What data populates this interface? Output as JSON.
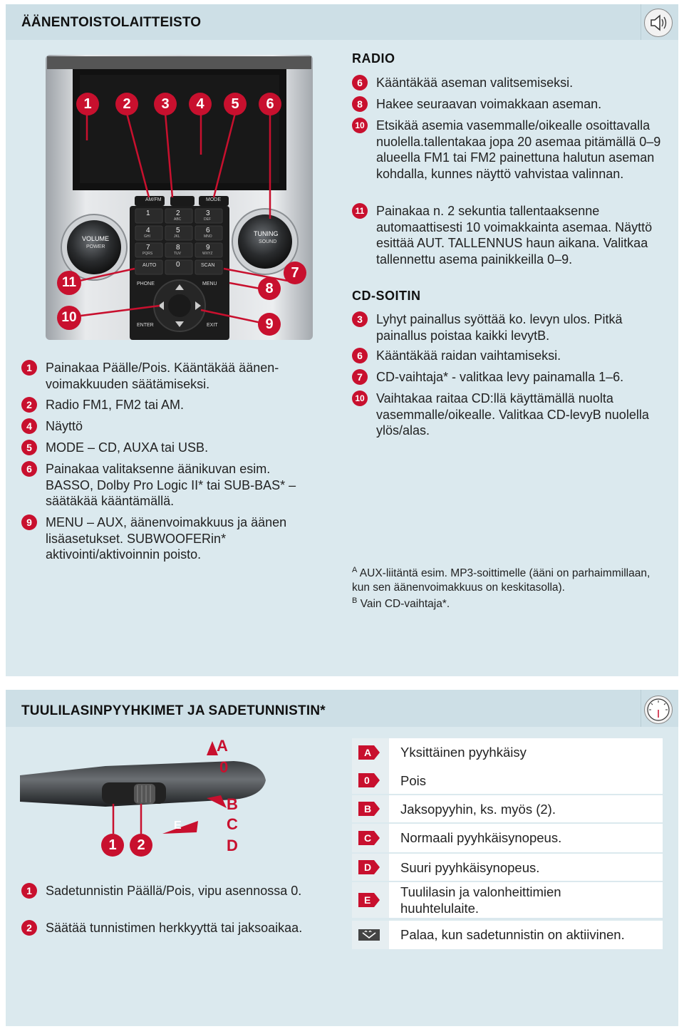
{
  "top": {
    "title": "ÄÄNENTOISTOLAITTEISTO",
    "icon": "speaker-icon",
    "image_labels": {
      "callouts": [
        "1",
        "2",
        "3",
        "4",
        "5",
        "6",
        "7",
        "8",
        "9",
        "10",
        "11"
      ],
      "volume": "VOLUME",
      "power": "POWER",
      "tuning": "TUNING",
      "sound": "SOUND",
      "am_fm": "AM/FM",
      "mode": "MODE",
      "keys": [
        "1",
        "2",
        "3",
        "4",
        "5",
        "6",
        "7",
        "8",
        "9",
        "0"
      ],
      "key_letters": [
        "",
        "ABC",
        "DEF",
        "GHI",
        "JKL",
        "MNO",
        "PQRS",
        "TUV",
        "WXYZ",
        ""
      ],
      "auto": "AUTO",
      "scan": "SCAN",
      "phone": "PHONE",
      "menu": "MENU",
      "enter": "ENTER",
      "exit": "EXIT"
    },
    "left_items": [
      {
        "n": "1",
        "html_parts": [
          "Painakaa Päälle/Pois. Kääntäkää äänen-",
          "voimakkuuden säätämiseksi."
        ]
      },
      {
        "n": "2",
        "text": "Radio FM1,  FM2 tai AM."
      },
      {
        "n": "4",
        "text": "Näyttö"
      },
      {
        "n": "5",
        "text": "MODE – CD, AUXA tai USB."
      },
      {
        "n": "6",
        "text": "Painakaa valitaksenne äänikuvan esim. BASSO, Dolby Pro Logic II* tai SUB-BAS* – säätäkää kääntämällä."
      },
      {
        "n": "9",
        "text": "MENU – AUX, äänenvoimakkuus ja äänen lisäasetukset. SUBWOOFERin* aktivointi/aktivoinnin poisto."
      }
    ],
    "radio_heading": "RADIO",
    "radio_items": [
      {
        "n": "6",
        "text": "Kääntäkää aseman valitsemiseksi."
      },
      {
        "n": "8",
        "text": "Hakee seuraavan voimakkaan aseman."
      },
      {
        "n": "10",
        "text": "Etsikää asemia vasemmalle/oikealle osoittavalla nuolella.tallentakaa jopa 20 asemaa pitämällä 0–9 alueella FM1 tai FM2 painettuna halutun aseman kohdalla, kunnes näyttö vahvistaa valinnan."
      },
      {
        "n": "11",
        "text": "Painakaa n. 2 sekuntia tallentaaksenne automaattisesti 10 voimakkainta asemaa. Näyttö esittää AUT. TALLENNUS haun aikana. Valitkaa tallennettu asema painikkeilla 0–9."
      }
    ],
    "cd_heading": "CD-SOITIN",
    "cd_items": [
      {
        "n": "3",
        "text": "Lyhyt painallus syöttää ko. levyn ulos. Pitkä painallus poistaa kaikki levytB."
      },
      {
        "n": "6",
        "text": "Kääntäkää raidan vaihtamiseksi."
      },
      {
        "n": "7",
        "text": "CD-vaihtaja* - valitkaa levy painamalla 1–6."
      },
      {
        "n": "10",
        "text": "Vaihtakaa raitaa CD:llä käyttämällä nuolta vasemmalle/oikealle. Valitkaa CD-levyB nuolella ylös/alas."
      }
    ],
    "footnotes": [
      {
        "mark": "A",
        "text": "AUX-liitäntä esim. MP3-soittimelle (ääni on parhaimmillaan, kun sen äänenvoimakkuus on keskitasolla)."
      },
      {
        "mark": "B",
        "text": "Vain CD-vaihtaja*."
      }
    ]
  },
  "bottom": {
    "title": "TUULILASINPYYHKIMET JA SADETUNNISTIN*",
    "icon": "gauge-icon",
    "image_labels": {
      "callouts": [
        "1",
        "2"
      ],
      "positions": [
        "A",
        "0",
        "B",
        "C",
        "D",
        "E"
      ]
    },
    "left_items": [
      {
        "n": "1",
        "text": "Sadetunnistin Päällä/Pois, vipu asennossa 0."
      },
      {
        "n": "2",
        "text": "Säätää tunnistimen herkkyyttä tai jaksoaikaa."
      }
    ],
    "legend": [
      {
        "label": "A",
        "text": "Yksittäinen pyyhkäisy"
      },
      {
        "label": "0",
        "text": "Pois"
      },
      {
        "label": "B",
        "text": "Jaksopyyhin, ks. myös (2)."
      },
      {
        "label": "C",
        "text": "Normaali pyyhkäisynopeus."
      },
      {
        "label": "D",
        "text": "Suuri pyyhkäisynopeus."
      },
      {
        "label": "E",
        "text": "Tuulilasin ja valonheittimien huuhtelulaite."
      },
      {
        "label": "rain-sensor-icon",
        "text": "Palaa, kun sadetunnistin on aktiivinen."
      }
    ],
    "accent_color": "#c8102e"
  }
}
